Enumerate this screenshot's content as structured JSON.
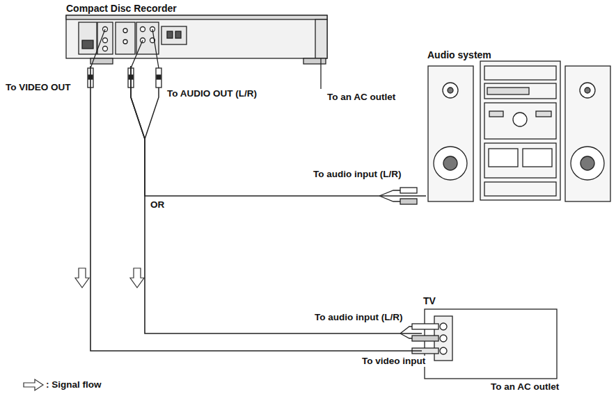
{
  "diagram": {
    "nodes": [
      {
        "text": [
          "Compact Disc Recorder"
        ]
      },
      {
        "text": [
          "Audio system"
        ]
      },
      {
        "text": [
          "TV"
        ]
      }
    ],
    "edges": [
      {
        "from": 0,
        "to": 1,
        "arrow": "none"
      },
      {
        "from": 0,
        "to": 2,
        "arrow": "none"
      },
      {
        "from": 0,
        "to": 2,
        "arrow": "none"
      }
    ],
    "labels": [
      "To VIDEO OUT",
      "To AUDIO OUT (L/R)",
      "To an AC outlet",
      "To audio input (L/R)",
      "OR",
      "To audio input (L/R)",
      "To video input",
      "To an AC outlet"
    ],
    "legend": [
      {
        "text": ": Signal flow"
      }
    ]
  }
}
